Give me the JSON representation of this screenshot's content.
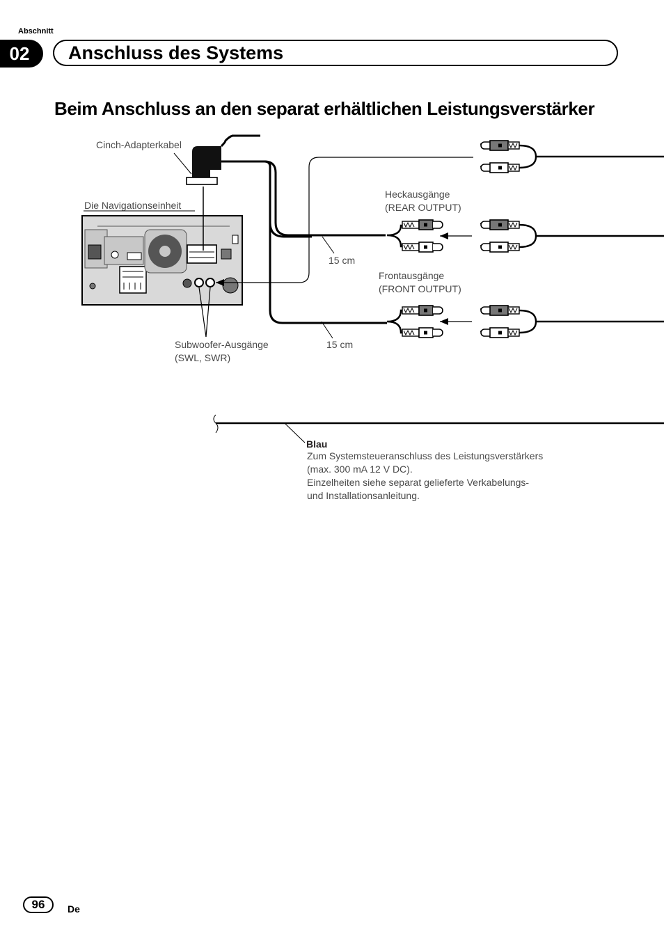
{
  "header": {
    "section_label": "Abschnitt",
    "chapter_number": "02",
    "chapter_title": "Anschluss des Systems"
  },
  "subtitle": "Beim Anschluss an den separat erhältlichen Leistungsverstärker",
  "diagram": {
    "labels": {
      "rca_adapter": "Cinch-Adapterkabel",
      "nav_unit": "Die Navigationseinheit",
      "rear_output_line1": "Heckausgänge",
      "rear_output_line2": "(REAR OUTPUT)",
      "front_output_line1": "Frontausgänge",
      "front_output_line2": "(FRONT OUTPUT)",
      "length_rear": "15 cm",
      "length_front": "15 cm",
      "subwoofer_line1": "Subwoofer-Ausgänge",
      "subwoofer_line2": "(SWL, SWR)"
    },
    "wire_note": {
      "color_label": "Blau",
      "lines": [
        "Zum Systemsteueranschluss des Leistungsverstärkers",
        "(max. 300 mA 12 V DC).",
        "Einzelheiten siehe separat gelieferte Verkabelungs-",
        "und Installationsanleitung."
      ]
    },
    "icons": [
      "navigation-unit-rear-panel",
      "rca-adapter-plug",
      "rca-plug-pair",
      "arrow-left-icon"
    ]
  },
  "footer": {
    "page_number": "96",
    "language": "De"
  }
}
